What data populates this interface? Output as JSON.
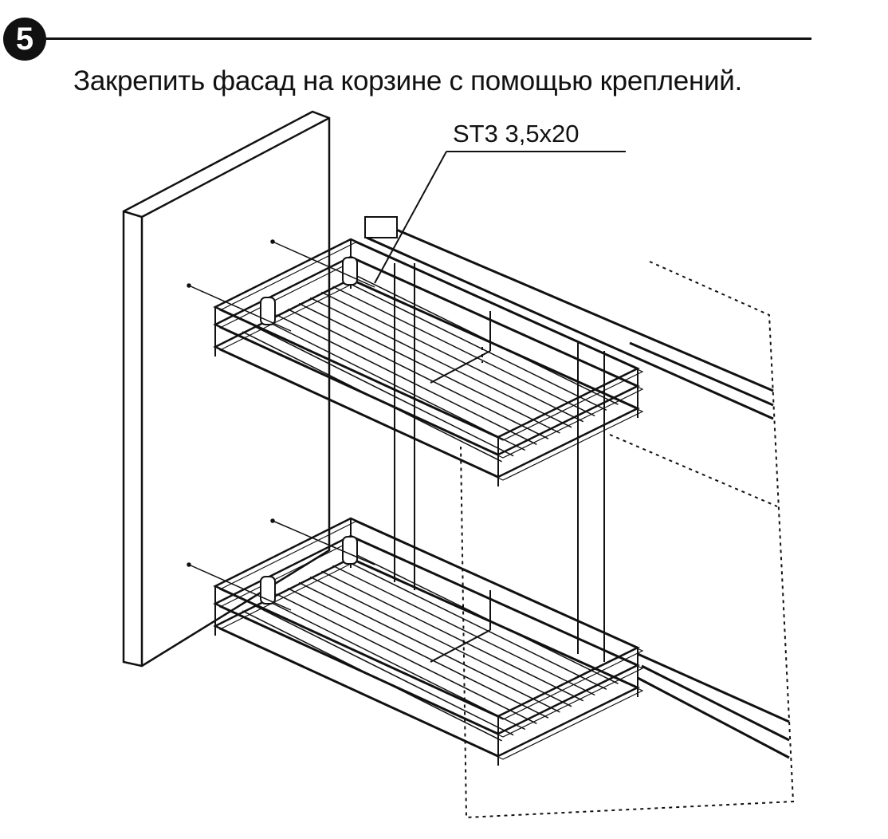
{
  "step": {
    "number": "5"
  },
  "instruction": "Закрепить фасад на корзине с помощью креплений.",
  "callout": {
    "screw_label": "ST3 3,5x20"
  },
  "colors": {
    "ink": "#111111",
    "background": "#ffffff"
  }
}
